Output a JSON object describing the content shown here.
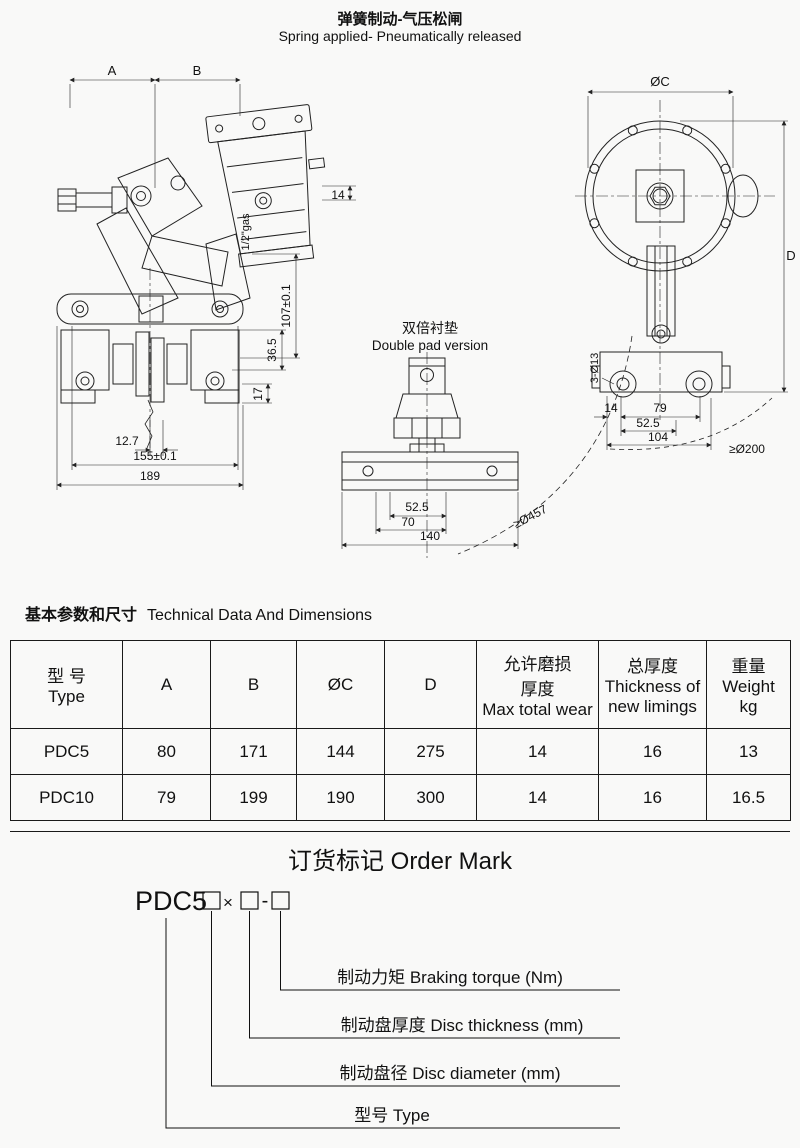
{
  "page": {
    "title_zh": "弹簧制动-气压松闸",
    "title_en": "Spring applied- Pneumatically released",
    "section_heading_zh": "基本参数和尺寸",
    "section_heading_en": "Technical Data And Dimensions"
  },
  "drawings": {
    "left_view": {
      "dims": {
        "a": "A",
        "b": "B",
        "d14": "14",
        "gas": "1/2\"gas",
        "d107": "107±0.1",
        "d365": "36.5",
        "d17": "17",
        "d127": "12.7",
        "d155": "155±0.1",
        "d189": "189"
      }
    },
    "right_view": {
      "dims": {
        "oc": "ØC",
        "d": "D",
        "holes": "3-Ø13",
        "d14": "14",
        "d79": "79",
        "d525": "52.5",
        "d104": "104",
        "min_disc": "≥Ø200"
      }
    },
    "double_pad": {
      "title_zh": "双倍衬垫",
      "title_en": "Double pad version",
      "dims": {
        "d525": "52.5",
        "d70": "70",
        "d140": "140",
        "min_disc": "≥Ø457"
      }
    }
  },
  "table": {
    "headers": [
      "型 号\nType",
      "A",
      "B",
      "ØC",
      "D",
      "允许磨损\n厚度\nMax total wear",
      "总厚度\nThickness of\nnew limings",
      "重量\nWeight\nkg"
    ],
    "rows": [
      [
        "PDC5",
        "80",
        "171",
        "144",
        "275",
        "14",
        "16",
        "13"
      ],
      [
        "PDC10",
        "79",
        "199",
        "190",
        "300",
        "14",
        "16",
        "16.5"
      ]
    ]
  },
  "order_mark": {
    "heading": "订货标记 Order Mark",
    "code_prefix": "PDC5",
    "code_times": "×",
    "code_dash": "-",
    "callouts": [
      "制动力矩 Braking torque (Nm)",
      "制动盘厚度  Disc thickness (mm)",
      "制动盘径  Disc diameter (mm)",
      "型号 Type"
    ]
  }
}
